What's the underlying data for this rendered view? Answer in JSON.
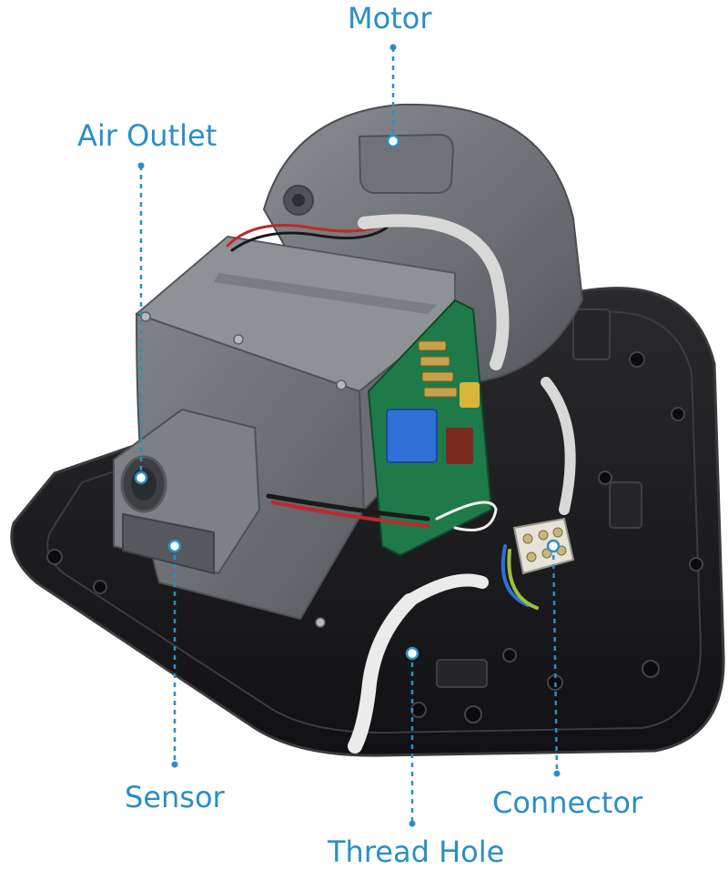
{
  "colors": {
    "label": "#2a8fc4",
    "leader": "#2a8fc4",
    "base": "#1c1c1e",
    "body": "#6b6e72",
    "bodyLight": "#85888c",
    "pcb": "#1f7a4a",
    "relay": "#2f6fd6",
    "cable": "#e9e9e9"
  },
  "labels": {
    "motor": "Motor",
    "air_outlet": "Air Outlet",
    "sensor": "Sensor",
    "thread_hole": "Thread Hole",
    "connector": "Connector"
  }
}
